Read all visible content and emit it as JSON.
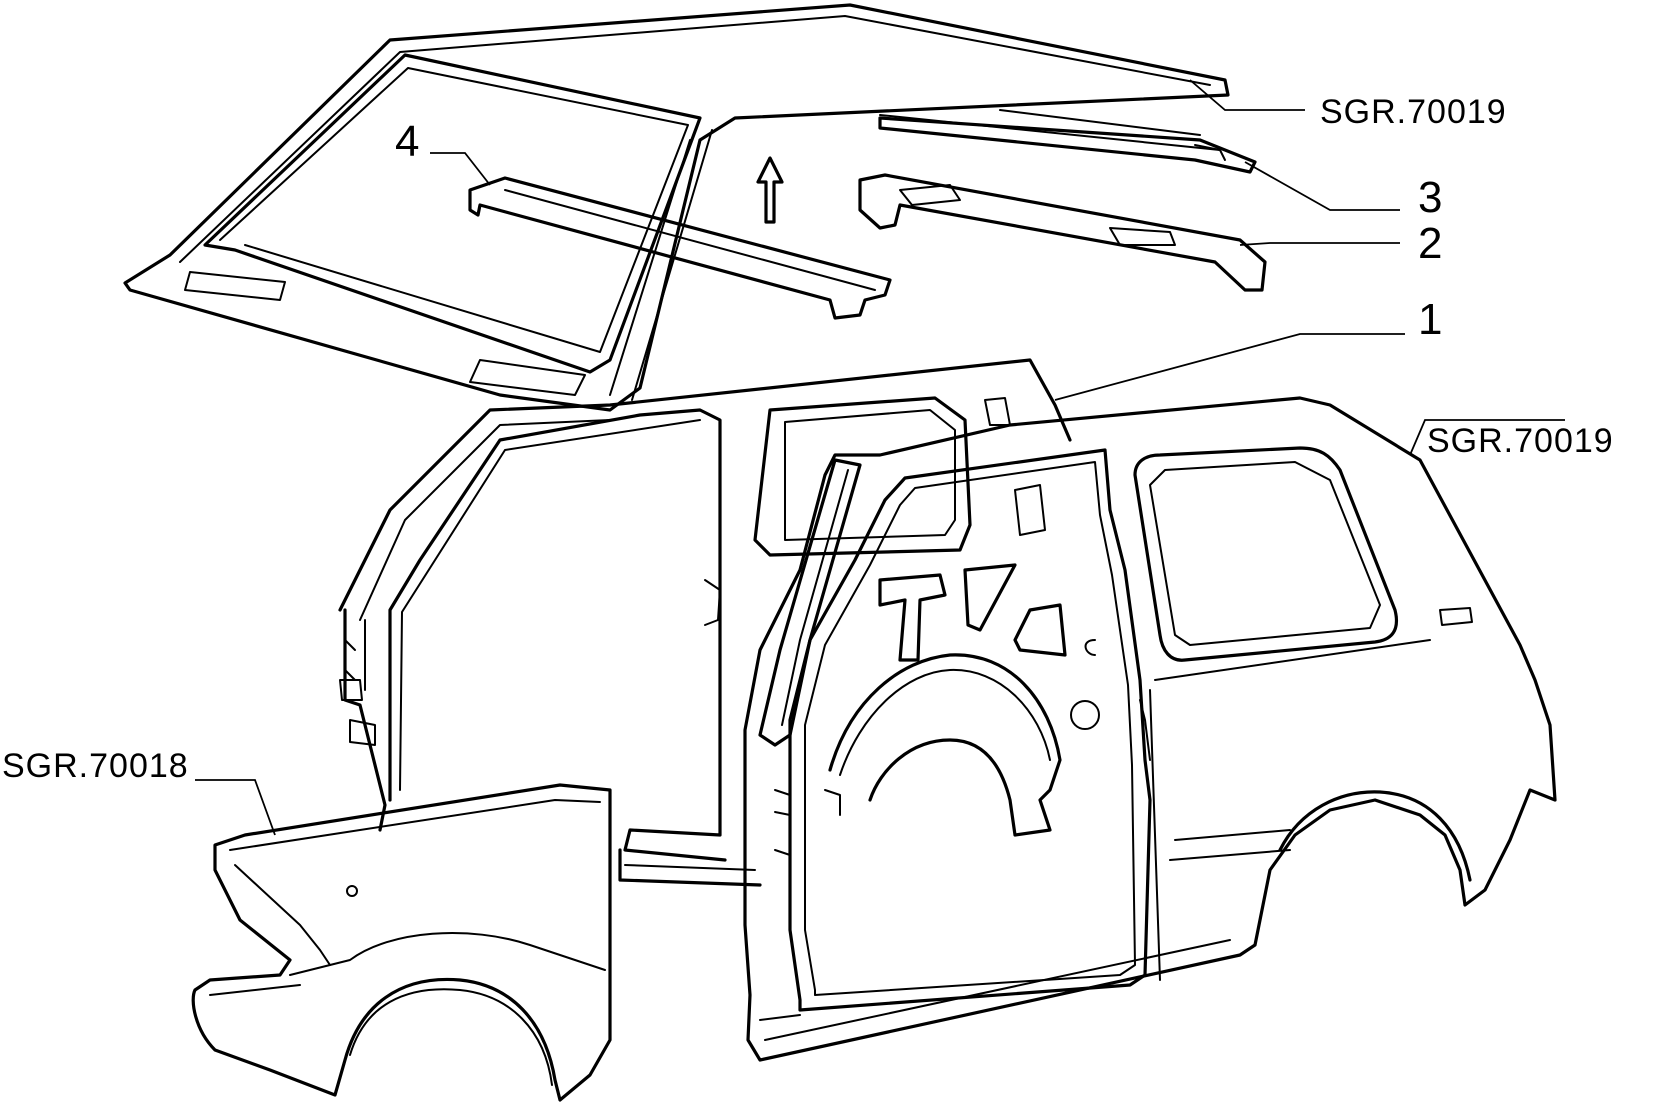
{
  "callouts": {
    "ref_roof": "SGR.70019",
    "ref_side": "SGR.70019",
    "ref_fender": "SGR.70018",
    "part_1": "1",
    "part_2": "2",
    "part_3": "3",
    "part_4": "4"
  },
  "colors": {
    "line": "#000000",
    "background": "#ffffff"
  }
}
